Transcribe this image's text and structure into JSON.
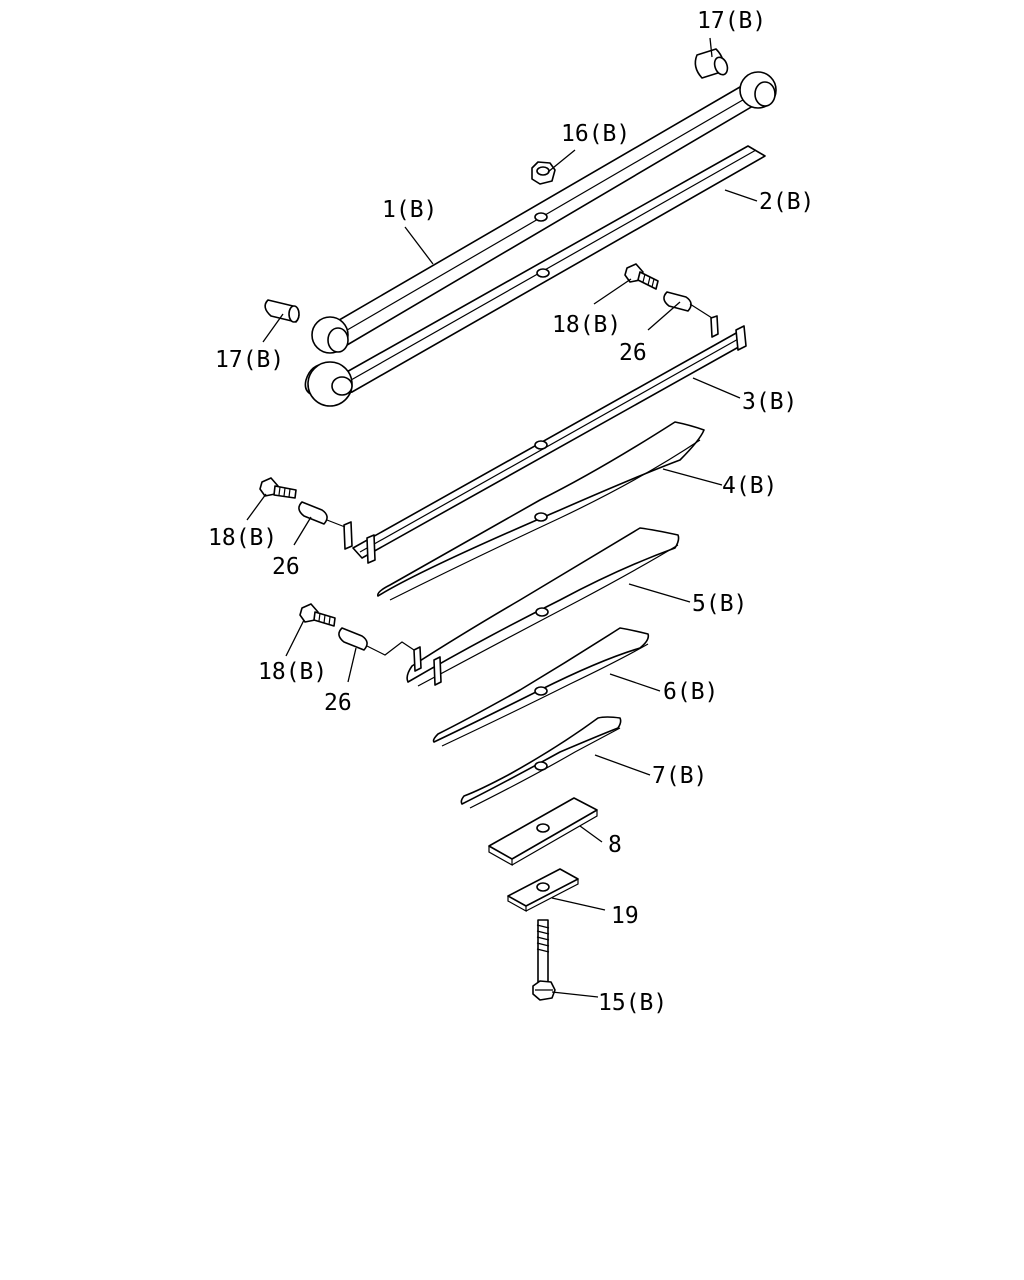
{
  "diagram": {
    "callouts": [
      {
        "id": "c1",
        "text": "17(B)"
      },
      {
        "id": "c2",
        "text": "16(B)"
      },
      {
        "id": "c3",
        "text": "1(B)"
      },
      {
        "id": "c4",
        "text": "2(B)"
      },
      {
        "id": "c5",
        "text": "17(B)"
      },
      {
        "id": "c6",
        "text": "18(B)"
      },
      {
        "id": "c7",
        "text": "26"
      },
      {
        "id": "c8",
        "text": "3(B)"
      },
      {
        "id": "c9",
        "text": "4(B)"
      },
      {
        "id": "c10",
        "text": "18(B)"
      },
      {
        "id": "c11",
        "text": "26"
      },
      {
        "id": "c12",
        "text": "5(B)"
      },
      {
        "id": "c13",
        "text": "18(B)"
      },
      {
        "id": "c14",
        "text": "26"
      },
      {
        "id": "c15",
        "text": "6(B)"
      },
      {
        "id": "c16",
        "text": "7(B)"
      },
      {
        "id": "c17",
        "text": "8"
      },
      {
        "id": "c18",
        "text": "19"
      },
      {
        "id": "c19",
        "text": "15(B)"
      }
    ]
  }
}
